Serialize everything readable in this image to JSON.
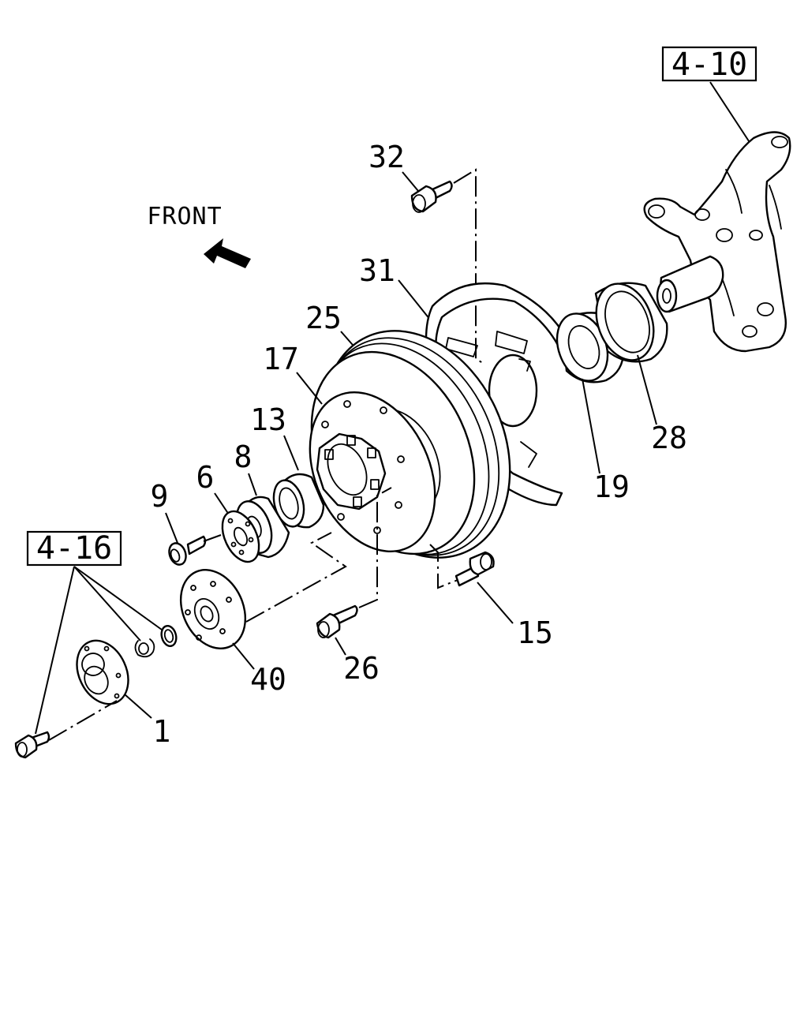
{
  "front_label": "FRONT",
  "references": {
    "knuckle": "4-10",
    "hub_cap": "4-16"
  },
  "callouts": {
    "p1": "1",
    "p6": "6",
    "p8": "8",
    "p9": "9",
    "p13": "13",
    "p15": "15",
    "p17": "17",
    "p19": "19",
    "p25": "25",
    "p26": "26",
    "p28": "28",
    "p31": "31",
    "p32": "32",
    "p40": "40"
  }
}
